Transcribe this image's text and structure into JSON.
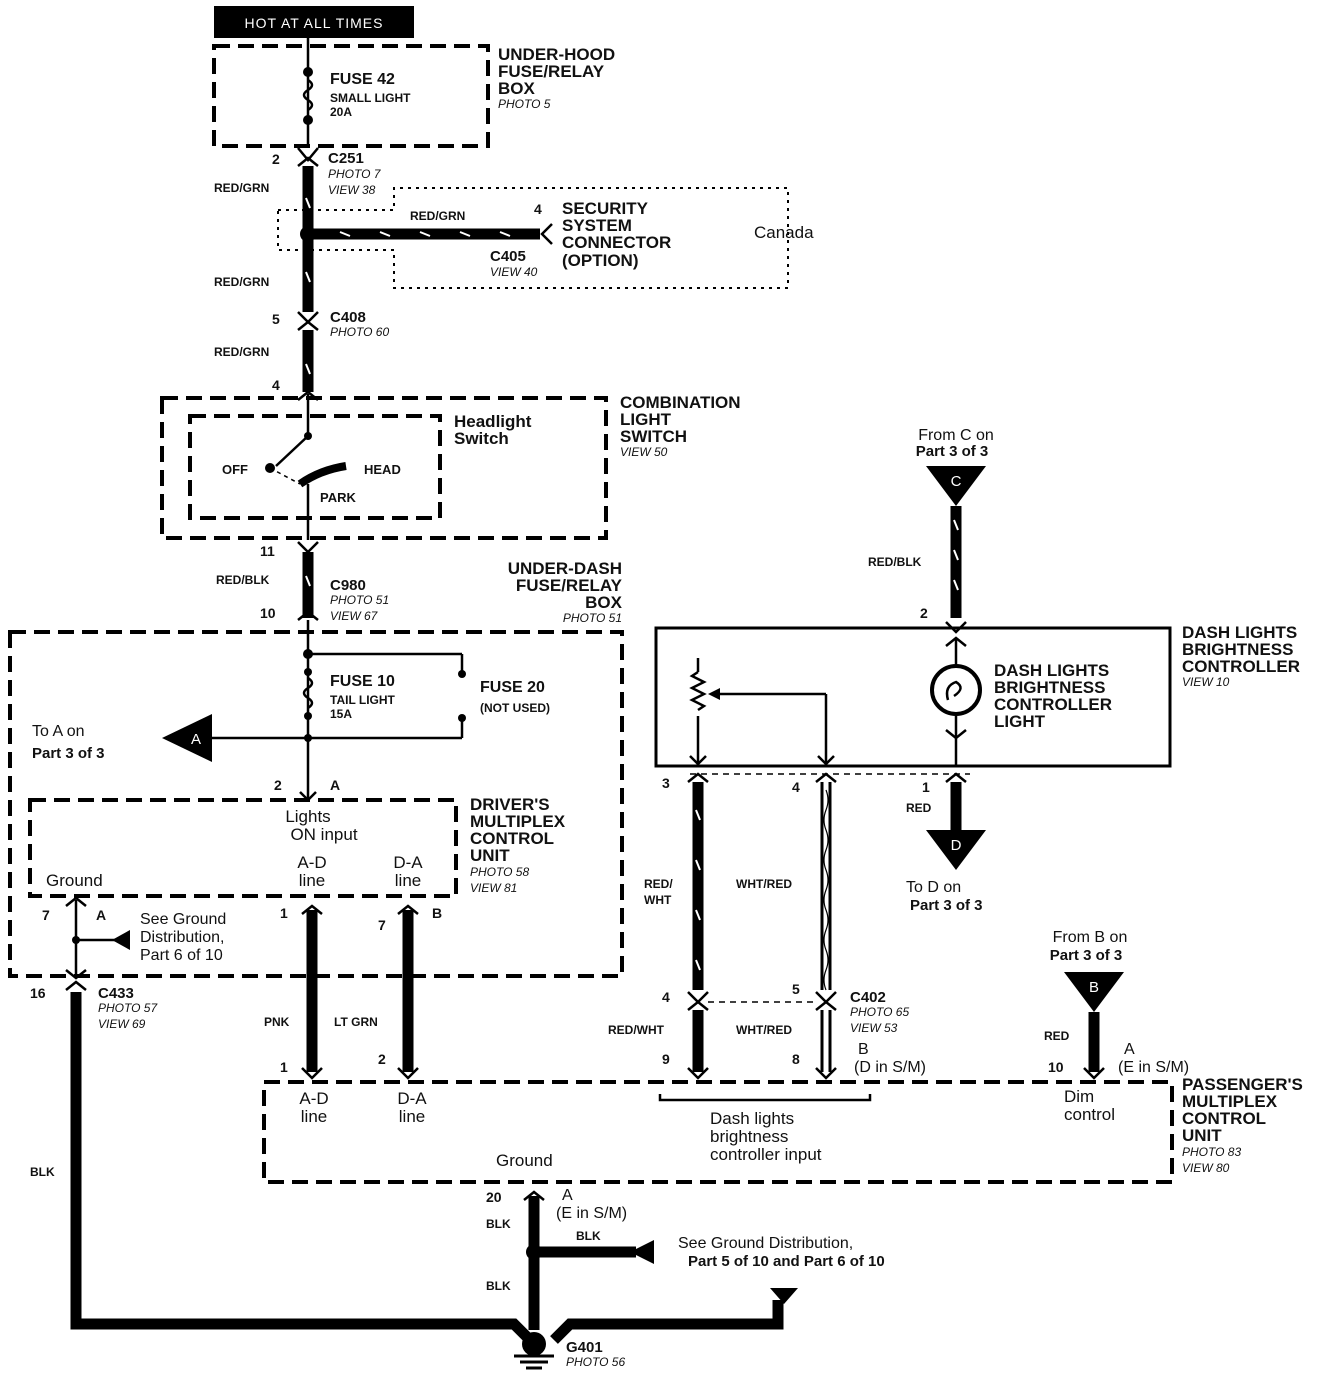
{
  "header": {
    "hot_label": "HOT AT ALL TIMES"
  },
  "underhood": {
    "title1": "UNDER-HOOD",
    "title2": "FUSE/RELAY",
    "title3": "BOX",
    "photo": "PHOTO 5",
    "fuse_name": "FUSE 42",
    "fuse_desc": "SMALL LIGHT",
    "fuse_amp": "20A"
  },
  "c251": {
    "name": "C251",
    "photo": "PHOTO 7",
    "view": "VIEW 38",
    "pin": "2"
  },
  "wires": {
    "red_grn": "RED/GRN",
    "red_blk": "RED/BLK",
    "pnk": "PNK",
    "lt_grn": "LT GRN",
    "red_wht_a": "RED/",
    "red_wht_b": "WHT",
    "wht_red": "WHT/RED",
    "red": "RED",
    "red_wht": "RED/WHT",
    "blk": "BLK"
  },
  "security": {
    "pin": "4",
    "title1": "SECURITY",
    "title2": "SYSTEM",
    "title3": "CONNECTOR",
    "title4": "(OPTION)",
    "conn": "C405",
    "view": "VIEW 40",
    "region": "Canada"
  },
  "c408": {
    "name": "C408",
    "photo": "PHOTO 60",
    "pin_top": "5",
    "pin_bot": "4"
  },
  "combo": {
    "title1": "COMBINATION",
    "title2": "LIGHT",
    "title3": "SWITCH",
    "view": "VIEW 50",
    "sw1": "Headlight",
    "sw2": "Switch",
    "off": "OFF",
    "head": "HEAD",
    "park": "PARK"
  },
  "c980": {
    "name": "C980",
    "photo": "PHOTO 51",
    "view": "VIEW 67",
    "pin_top": "11",
    "pin_bot": "10"
  },
  "underdash": {
    "title1": "UNDER-DASH",
    "title2": "FUSE/RELAY",
    "title3": "BOX",
    "photo": "PHOTO 51",
    "fuse_name": "FUSE 10",
    "fuse_desc": "TAIL LIGHT",
    "fuse_amp": "15A",
    "fuse20": "FUSE 20",
    "fuse20_note": "(NOT USED)",
    "to_a1": "To A on",
    "to_a2": "Part 3 of 3",
    "a": "A",
    "pin2": "2",
    "pinA": "A"
  },
  "driver": {
    "title1": "DRIVER'S",
    "title2": "MULTIPLEX",
    "title3": "CONTROL",
    "title4": "UNIT",
    "photo": "PHOTO 58",
    "view": "VIEW 81",
    "lights1": "Lights",
    "lights2": "ON input",
    "ad1": "A-D",
    "ad2": "line",
    "da1": "D-A",
    "da2": "line",
    "ground": "Ground",
    "p7": "7",
    "pA": "A",
    "p1": "1",
    "p7b": "7",
    "pB": "B",
    "see1": "See Ground",
    "see2": "Distribution,",
    "see3": "Part 6 of 10"
  },
  "c433": {
    "name": "C433",
    "photo": "PHOTO 57",
    "view": "VIEW 69",
    "pin": "16"
  },
  "dash": {
    "from_c1": "From C on",
    "from_c2": "Part 3 of 3",
    "c": "C",
    "pin2": "2",
    "title1": "DASH LIGHTS",
    "title2": "BRIGHTNESS",
    "title3": "CONTROLLER",
    "view": "VIEW 10",
    "light1": "DASH LIGHTS",
    "light2": "BRIGHTNESS",
    "light3": "CONTROLLER",
    "light4": "LIGHT",
    "p3": "3",
    "p4": "4",
    "p1": "1",
    "to_d1": "To D on",
    "to_d2": "Part 3 of 3",
    "d": "D"
  },
  "c402": {
    "name": "C402",
    "photo": "PHOTO 65",
    "view": "VIEW 53",
    "p4": "4",
    "p5": "5",
    "p9": "9",
    "p8": "8",
    "b": "B",
    "b_sm": "(D in S/M)"
  },
  "fromb": {
    "l1": "From B on",
    "l2": "Part 3 of 3",
    "b": "B",
    "p10": "10",
    "a": "A",
    "a_sm": "(E in S/M)"
  },
  "passenger": {
    "title1": "PASSENGER'S",
    "title2": "MULTIPLEX",
    "title3": "CONTROL",
    "title4": "UNIT",
    "photo": "PHOTO 83",
    "view": "VIEW 80",
    "ad1": "A-D",
    "ad2": "line",
    "da1": "D-A",
    "da2": "line",
    "p1": "1",
    "p2": "2",
    "in1": "Dash lights",
    "in2": "brightness",
    "in3": "controller input",
    "dim1": "Dim",
    "dim2": "control",
    "ground": "Ground",
    "p20": "20",
    "pA": "A",
    "pA_sm": "(E in S/M)"
  },
  "ground_dist": {
    "l1": "See Ground Distribution,",
    "l2": "Part 5 of 10  and  Part 6 of 10"
  },
  "g401": {
    "name": "G401",
    "photo": "PHOTO 56"
  }
}
